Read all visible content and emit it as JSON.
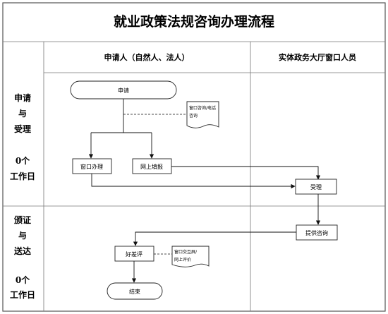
{
  "title": "就业政策法规咨询办理流程",
  "lanes": {
    "applicant": "申请人（自然人、法人）",
    "staff": "实体政务大厅窗口人员"
  },
  "phases": [
    {
      "lines": [
        "申请",
        "与",
        "受理"
      ],
      "days": [
        "0个",
        "工作日"
      ]
    },
    {
      "lines": [
        "颁证",
        "与",
        "送达"
      ],
      "days": [
        "0个",
        "工作日"
      ]
    }
  ],
  "nodes": {
    "apply": "申请",
    "window_handle": "窗口办理",
    "online_fill": "网上填报",
    "accept": "受理",
    "consult": "提供咨询",
    "rating": "好差评",
    "end": "结束"
  },
  "notes": {
    "consult_channel": [
      "窗口咨询/电话",
      "咨询"
    ],
    "rating_channel": [
      "窗口交互屏/",
      "网上评价"
    ]
  }
}
